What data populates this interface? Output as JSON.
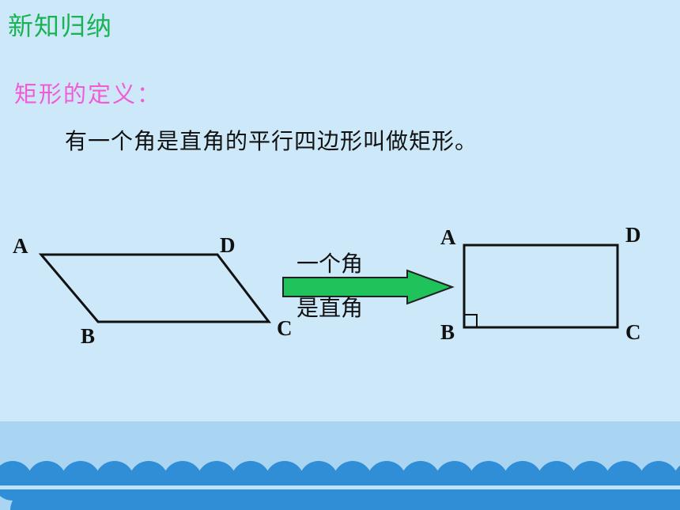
{
  "slide": {
    "title": "新知归纳",
    "subtitle": "矩形的定义：",
    "definition": "有一个角是直角的平行四边形叫做矩形。"
  },
  "parallelogram": {
    "vertex_labels": {
      "A": "A",
      "B": "B",
      "C": "C",
      "D": "D"
    }
  },
  "arrow": {
    "label_top": "一个角",
    "label_bottom": "是直角",
    "fill_color": "#1fc25b"
  },
  "rectangle": {
    "vertex_labels": {
      "A": "A",
      "B": "B",
      "C": "C",
      "D": "D"
    }
  },
  "colors": {
    "background": "#cde9f9",
    "title": "#19b356",
    "subtitle": "#f25bd6",
    "wave_dark": "#2f8ed6",
    "band": "#a9d5f3"
  }
}
